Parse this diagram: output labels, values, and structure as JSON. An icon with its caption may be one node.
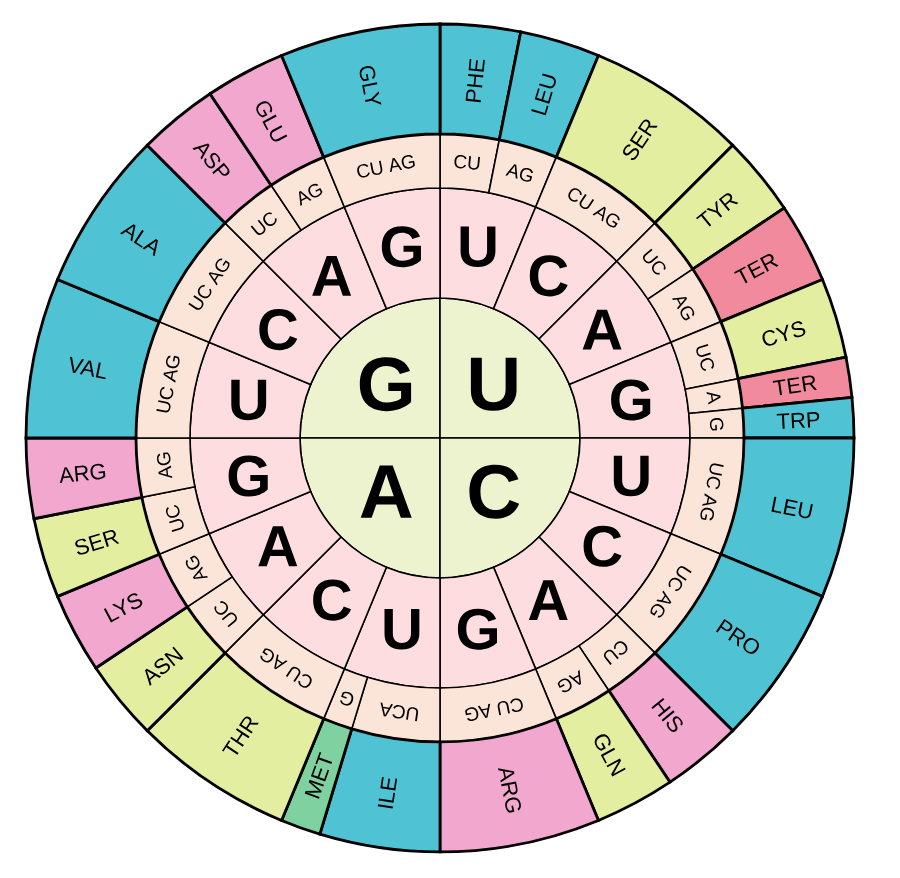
{
  "diagram": {
    "nodes": [
      {
        "text": [
          "G"
        ]
      },
      {
        "text": [
          "U"
        ]
      },
      {
        "text": [
          "A"
        ]
      },
      {
        "text": [
          "C"
        ]
      },
      {
        "text": [
          "U"
        ]
      },
      {
        "text": [
          "C"
        ]
      },
      {
        "text": [
          "A"
        ]
      },
      {
        "text": [
          "G"
        ]
      },
      {
        "text": [
          "U"
        ]
      },
      {
        "text": [
          "C"
        ]
      },
      {
        "text": [
          "A"
        ]
      },
      {
        "text": [
          "G"
        ]
      },
      {
        "text": [
          "U"
        ]
      },
      {
        "text": [
          "C"
        ]
      },
      {
        "text": [
          "A"
        ]
      },
      {
        "text": [
          "G"
        ]
      },
      {
        "text": [
          "U"
        ]
      },
      {
        "text": [
          "C"
        ]
      },
      {
        "text": [
          "A"
        ]
      },
      {
        "text": [
          "G"
        ]
      },
      {
        "text": [
          "CU"
        ]
      },
      {
        "text": [
          "AG"
        ]
      },
      {
        "text": [
          "CU AG"
        ]
      },
      {
        "text": [
          "UC"
        ]
      },
      {
        "text": [
          "AG"
        ]
      },
      {
        "text": [
          "UC"
        ]
      },
      {
        "text": [
          "A"
        ]
      },
      {
        "text": [
          "G"
        ]
      },
      {
        "text": [
          "UC AG"
        ]
      },
      {
        "text": [
          "UC AG"
        ]
      },
      {
        "text": [
          "CU"
        ]
      },
      {
        "text": [
          "AG"
        ]
      },
      {
        "text": [
          "CU AG"
        ]
      },
      {
        "text": [
          "UCA"
        ]
      },
      {
        "text": [
          "G"
        ]
      },
      {
        "text": [
          "CU AG"
        ]
      },
      {
        "text": [
          "UC"
        ]
      },
      {
        "text": [
          "AG"
        ]
      },
      {
        "text": [
          "UC"
        ]
      },
      {
        "text": [
          "AG"
        ]
      },
      {
        "text": [
          "UC AG"
        ]
      },
      {
        "text": [
          "UC AG"
        ]
      },
      {
        "text": [
          "UC"
        ]
      },
      {
        "text": [
          "AG"
        ]
      },
      {
        "text": [
          "CU AG"
        ]
      },
      {
        "text": [
          "PHE"
        ]
      },
      {
        "text": [
          "LEU"
        ]
      },
      {
        "text": [
          "SER"
        ]
      },
      {
        "text": [
          "TYR"
        ]
      },
      {
        "text": [
          "TER"
        ]
      },
      {
        "text": [
          "CYS"
        ]
      },
      {
        "text": [
          "TER"
        ]
      },
      {
        "text": [
          "TRP"
        ]
      },
      {
        "text": [
          "LEU"
        ]
      },
      {
        "text": [
          "PRO"
        ]
      },
      {
        "text": [
          "HIS"
        ]
      },
      {
        "text": [
          "GLN"
        ]
      },
      {
        "text": [
          "ARG"
        ]
      },
      {
        "text": [
          "ILE"
        ]
      },
      {
        "text": [
          "MET"
        ]
      },
      {
        "text": [
          "THR"
        ]
      },
      {
        "text": [
          "ASN"
        ]
      },
      {
        "text": [
          "LYS"
        ]
      },
      {
        "text": [
          "SER"
        ]
      },
      {
        "text": [
          "ARG"
        ]
      },
      {
        "text": [
          "VAL"
        ]
      },
      {
        "text": [
          "ALA"
        ]
      },
      {
        "text": [
          "ASP"
        ]
      },
      {
        "text": [
          "GLU"
        ]
      },
      {
        "text": [
          "GLY"
        ]
      }
    ]
  }
}
